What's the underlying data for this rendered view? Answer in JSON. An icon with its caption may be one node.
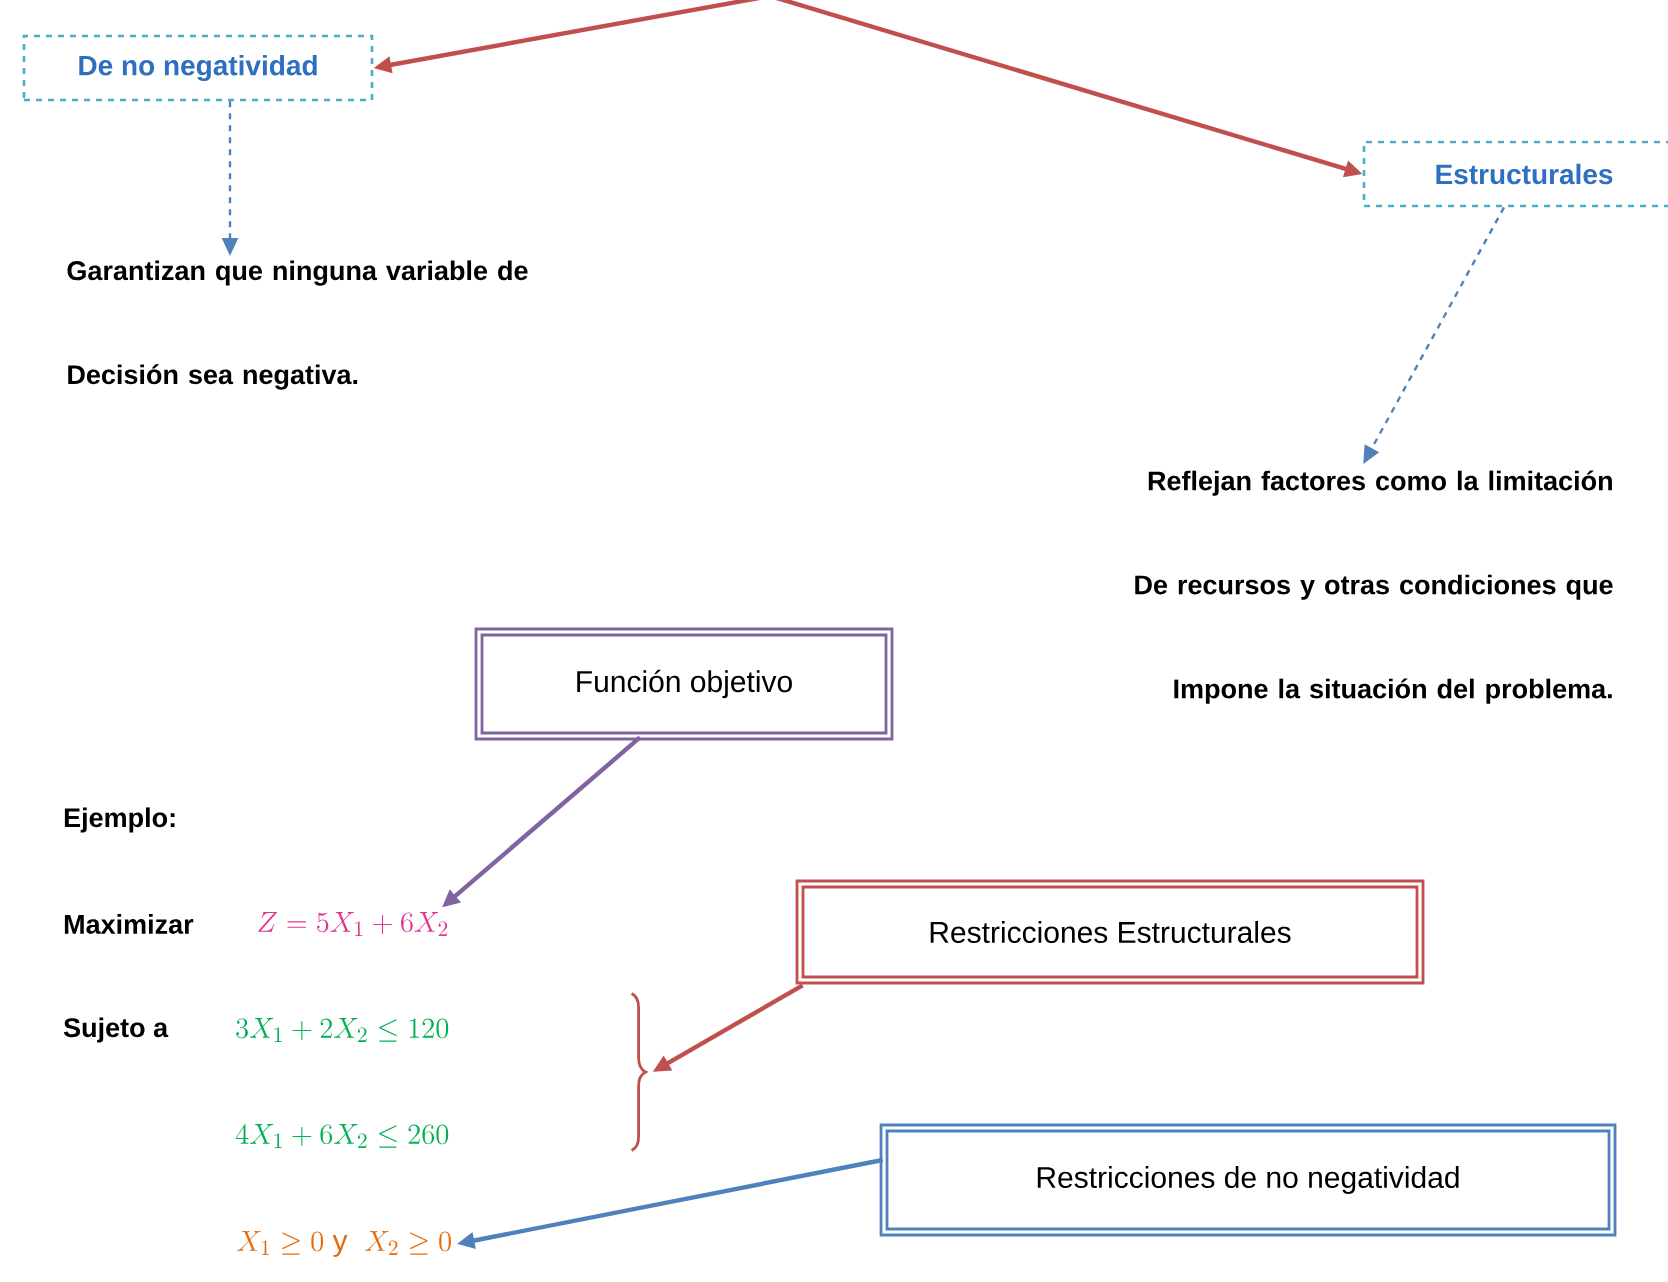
{
  "diagram": {
    "nodes": [
      {
        "text": [
          "De no negatividad"
        ]
      },
      {
        "text": [
          "Estructurales"
        ]
      },
      {
        "text": [
          "Garantizan que ninguna variable de Decisión sea negativa."
        ]
      },
      {
        "text": [
          "Reflejan factores como la limitación De recursos y otras condiciones que Impone la situación del problema."
        ]
      },
      {
        "text": [
          "Función objetivo"
        ]
      },
      {
        "text": [
          "Z = 5X_1 + 6X_2"
        ]
      },
      {
        "text": [
          "Restricciones Estructurales"
        ]
      },
      {
        "text": [],
        "shape": "brace"
      },
      {
        "text": [
          "Restricciones de no negatividad"
        ]
      },
      {
        "text": [
          "X_1 \\geq 0\\ \\text{y}\\ \\ X_2 \\geq 0"
        ]
      }
    ],
    "edges": [
      {
        "from": null,
        "to": 0,
        "arrow": "to",
        "color": "#c0504d"
      },
      {
        "from": null,
        "to": 1,
        "arrow": "to",
        "color": "#c0504d"
      },
      {
        "from": 0,
        "to": 2,
        "arrow": "to",
        "style": "dashed",
        "color": "#4f81bd"
      },
      {
        "from": 1,
        "to": 3,
        "arrow": "to",
        "style": "dashed",
        "color": "#4f81bd"
      },
      {
        "from": 4,
        "to": 5,
        "arrow": "to",
        "color": "#8064a2"
      },
      {
        "from": 6,
        "to": 7,
        "arrow": "to",
        "color": "#c0504d"
      },
      {
        "from": 8,
        "to": 9,
        "arrow": "to",
        "color": "#4f81bd"
      }
    ],
    "labels": [
      "Ejemplo:",
      "Maximizar",
      "Sujeto a",
      "3X_1 + 2X_2 \\leq 120",
      "4X_1 + 6X_2 \\leq 260"
    ]
  }
}
